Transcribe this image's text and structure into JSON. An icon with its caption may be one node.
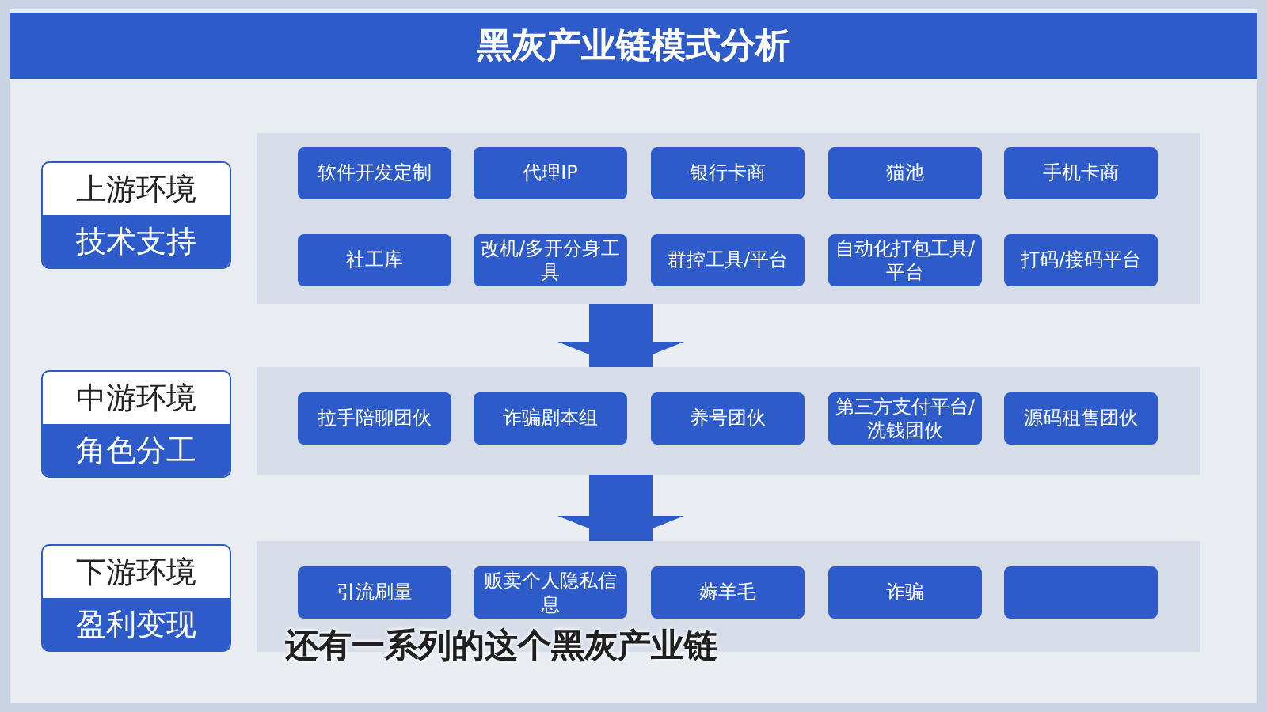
{
  "diagram": {
    "title": "黑灰产业链模式分析",
    "nodes": [
      {
        "text": [
          "上游环境",
          "技术支持"
        ]
      },
      {
        "text": [],
        "shape": "box"
      },
      {
        "text": [
          "软件开发定制"
        ],
        "in": 1
      },
      {
        "text": [
          "代理IP"
        ],
        "in": 1
      },
      {
        "text": [
          "银行卡商"
        ],
        "in": 1
      },
      {
        "text": [
          "猫池"
        ],
        "in": 1
      },
      {
        "text": [
          "手机卡商"
        ],
        "in": 1
      },
      {
        "text": [
          "社工库"
        ],
        "in": 1
      },
      {
        "text": [
          "改机/多开分身工具"
        ],
        "in": 1
      },
      {
        "text": [
          "群控工具/平台"
        ],
        "in": 1
      },
      {
        "text": [
          "自动化打包工具/平台"
        ],
        "in": 1
      },
      {
        "text": [
          "打码/接码平台"
        ],
        "in": 1
      },
      {
        "text": [
          "中游环境",
          "角色分工"
        ]
      },
      {
        "text": [],
        "shape": "box"
      },
      {
        "text": [
          "拉手陪聊团伙"
        ],
        "in": 13
      },
      {
        "text": [
          "诈骗剧本组"
        ],
        "in": 13
      },
      {
        "text": [
          "养号团伙"
        ],
        "in": 13
      },
      {
        "text": [
          "第三方支付平台/洗钱团伙"
        ],
        "in": 13
      },
      {
        "text": [
          "源码租售团伙"
        ],
        "in": 13
      },
      {
        "text": [
          "下游环境",
          "盈利变现"
        ]
      },
      {
        "text": [],
        "shape": "box"
      },
      {
        "text": [
          "引流刷量"
        ],
        "in": 20
      },
      {
        "text": [
          "贩卖个人隐私信息"
        ],
        "in": 20
      },
      {
        "text": [
          "薅羊毛"
        ],
        "in": 20
      },
      {
        "text": [
          "诈骗"
        ],
        "in": 20
      },
      {
        "text": [],
        "shape": "box",
        "in": 20
      }
    ],
    "edges": [
      {
        "from": 1,
        "to": 13,
        "arrow": "to"
      },
      {
        "from": 13,
        "to": 20,
        "arrow": "to"
      }
    ],
    "labels": [
      "还有一系列的这个黑灰产业链"
    ]
  }
}
